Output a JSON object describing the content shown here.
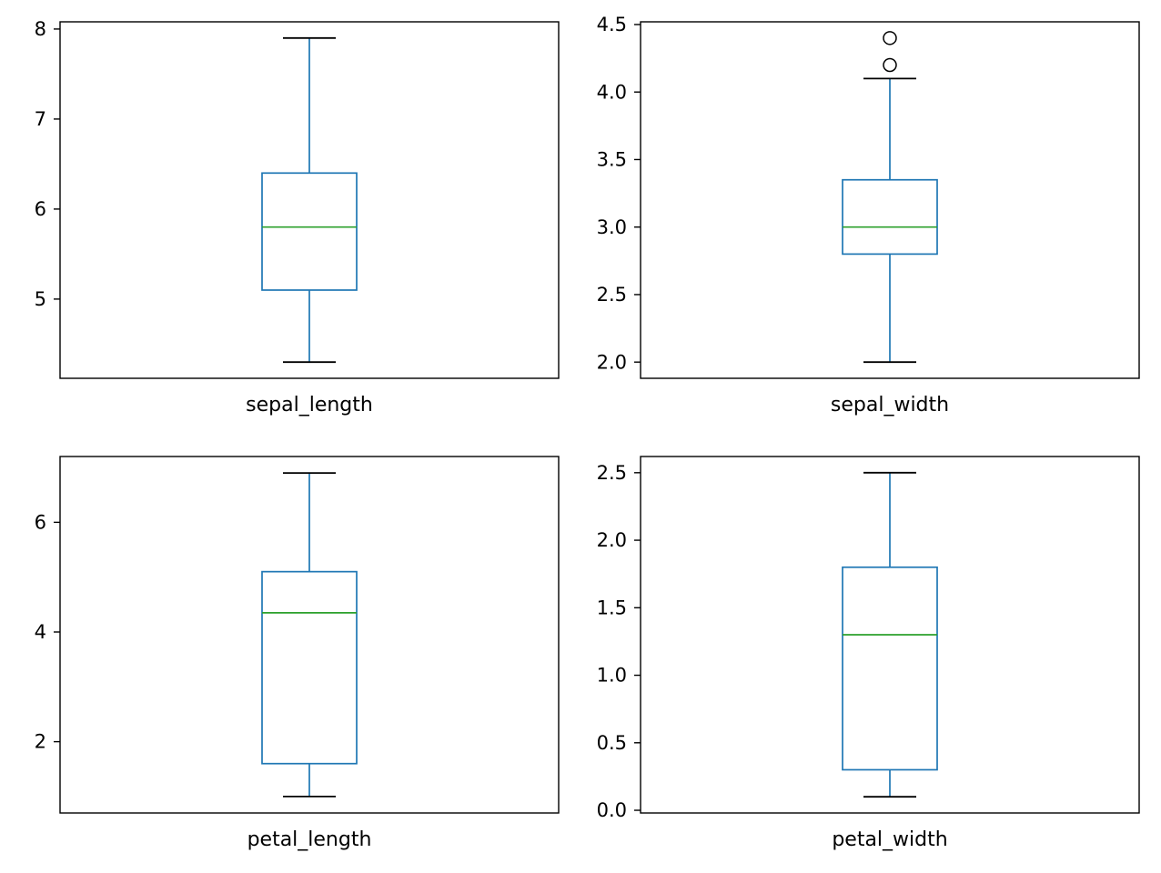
{
  "figure": {
    "background": "#ffffff"
  },
  "style": {
    "box_color": "#1f77b4",
    "whisker_color": "#1f77b4",
    "cap_color": "#000000",
    "median_color": "#2ca02c",
    "outlier_color": "#000000",
    "axis_color": "#000000",
    "tick_label_color": "#000000",
    "xlabel_color": "#000000"
  },
  "chart_data": [
    {
      "type": "box",
      "title": "",
      "xlabel": "sepal_length",
      "ylabel": "",
      "ylim": [
        4.12,
        8.08
      ],
      "yticks": [
        5,
        6,
        7,
        8
      ],
      "ytick_labels": [
        "5",
        "6",
        "7",
        "8"
      ],
      "grid": false,
      "stats": {
        "whisker_low": 4.3,
        "q1": 5.1,
        "median": 5.8,
        "q3": 6.4,
        "whisker_high": 7.9,
        "outliers": []
      }
    },
    {
      "type": "box",
      "title": "",
      "xlabel": "sepal_width",
      "ylabel": "",
      "ylim": [
        1.88,
        4.52
      ],
      "yticks": [
        2.0,
        2.5,
        3.0,
        3.5,
        4.0,
        4.5
      ],
      "ytick_labels": [
        "2.0",
        "2.5",
        "3.0",
        "3.5",
        "4.0",
        "4.5"
      ],
      "grid": false,
      "stats": {
        "whisker_low": 2.0,
        "q1": 2.8,
        "median": 3.0,
        "q3": 3.35,
        "whisker_high": 4.1,
        "outliers": [
          4.2,
          4.4
        ]
      }
    },
    {
      "type": "box",
      "title": "",
      "xlabel": "petal_length",
      "ylabel": "",
      "ylim": [
        0.7,
        7.2
      ],
      "yticks": [
        2,
        4,
        6
      ],
      "ytick_labels": [
        "2",
        "4",
        "6"
      ],
      "grid": false,
      "stats": {
        "whisker_low": 1.0,
        "q1": 1.6,
        "median": 4.35,
        "q3": 5.1,
        "whisker_high": 6.9,
        "outliers": []
      }
    },
    {
      "type": "box",
      "title": "",
      "xlabel": "petal_width",
      "ylabel": "",
      "ylim": [
        -0.02,
        2.62
      ],
      "yticks": [
        0.0,
        0.5,
        1.0,
        1.5,
        2.0,
        2.5
      ],
      "ytick_labels": [
        "0.0",
        "0.5",
        "1.0",
        "1.5",
        "2.0",
        "2.5"
      ],
      "grid": false,
      "stats": {
        "whisker_low": 0.1,
        "q1": 0.3,
        "median": 1.3,
        "q3": 1.8,
        "whisker_high": 2.5,
        "outliers": []
      }
    }
  ]
}
